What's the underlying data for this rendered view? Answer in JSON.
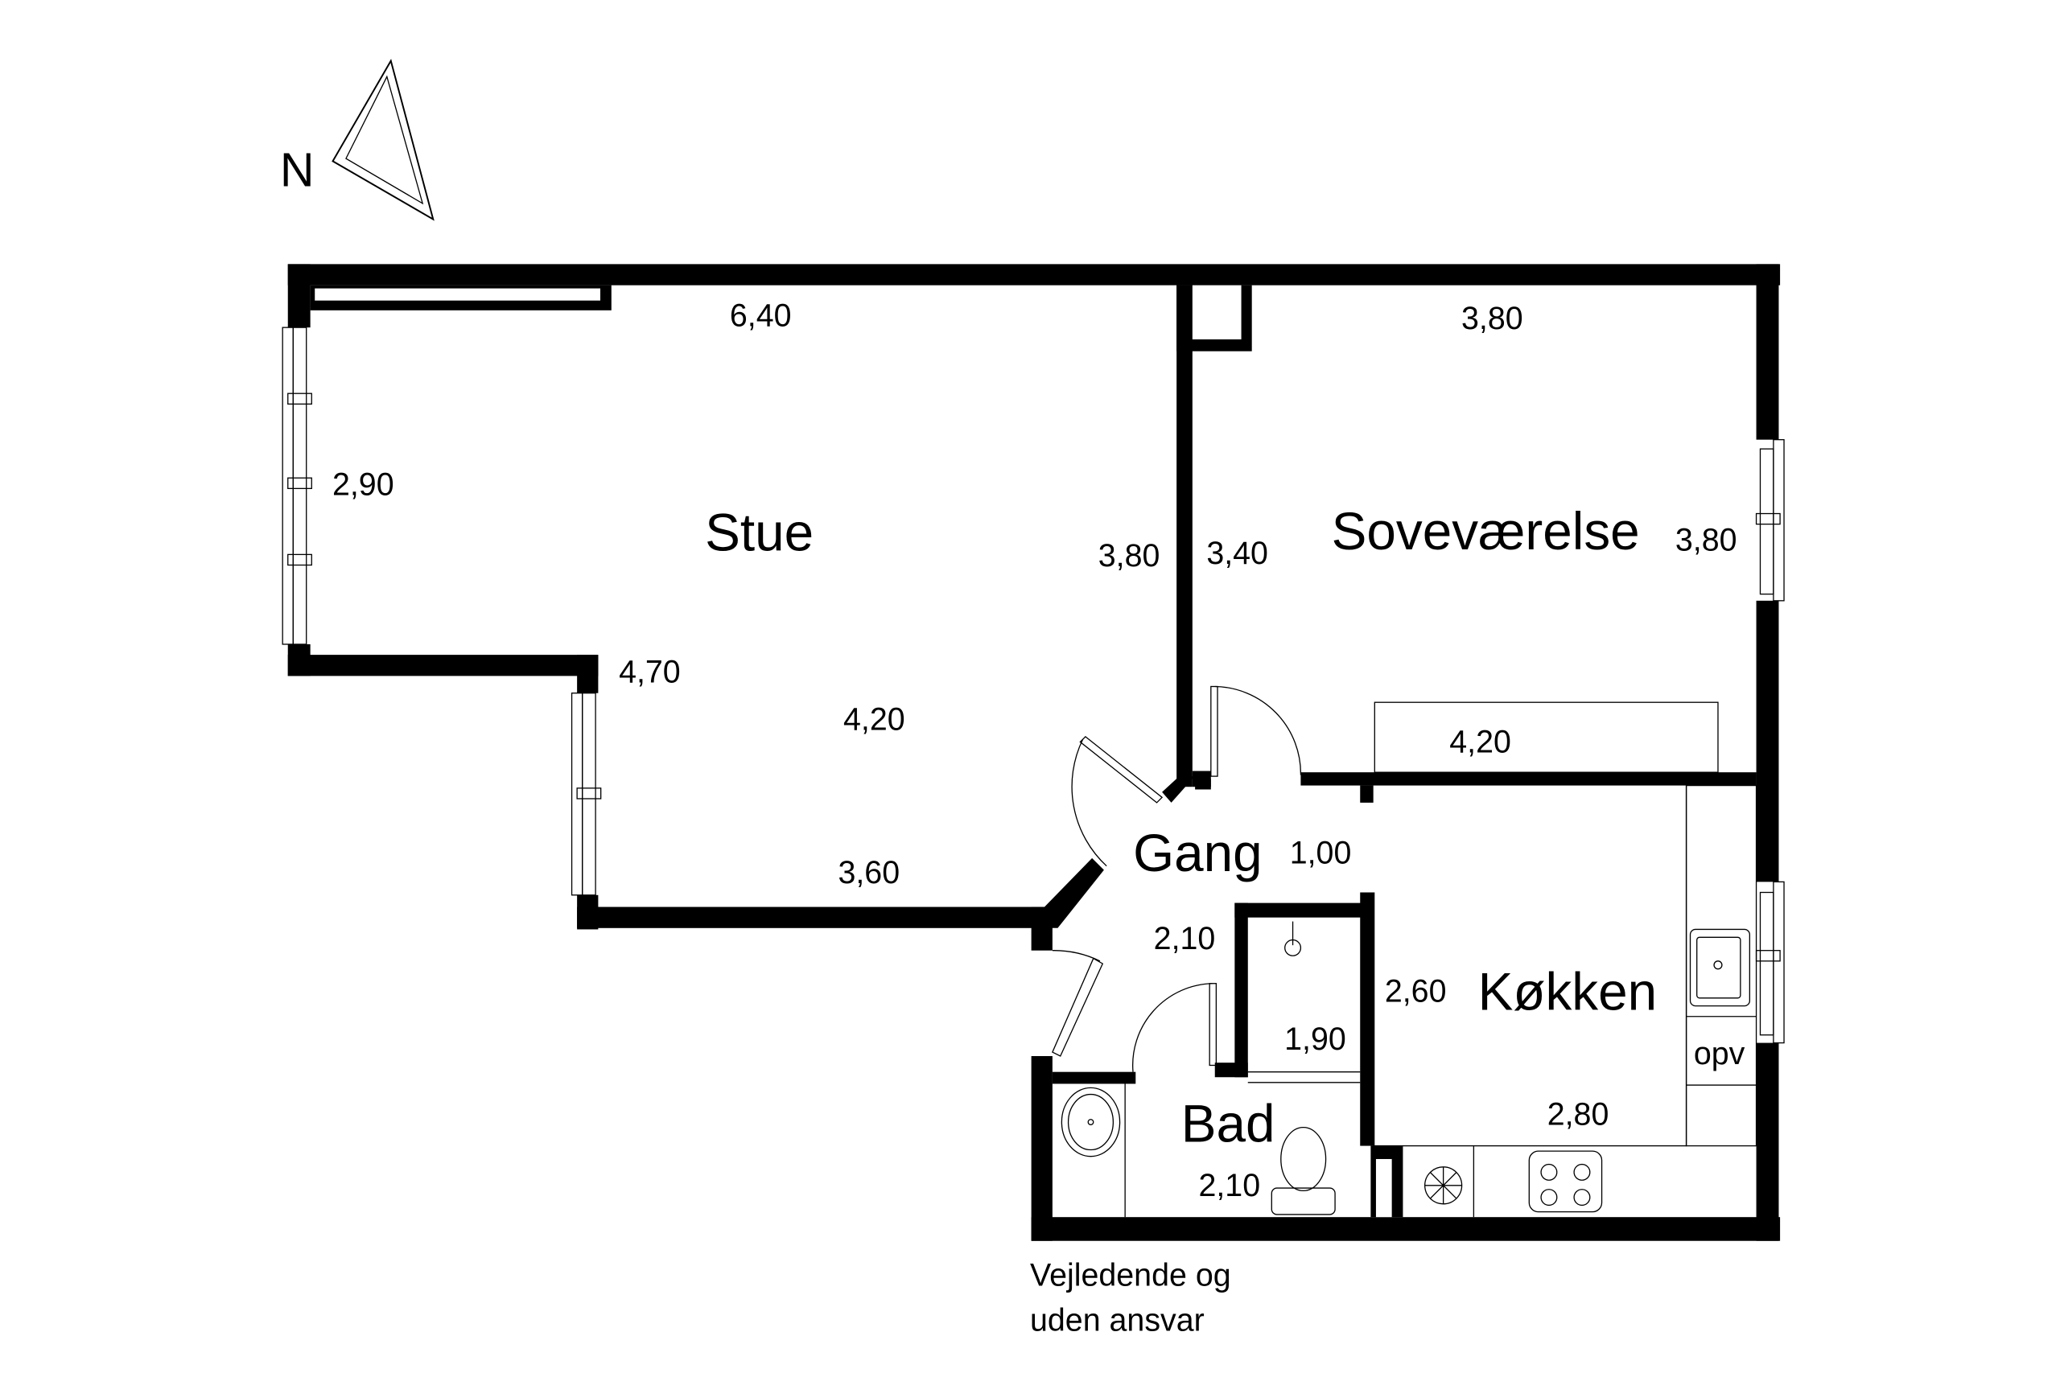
{
  "compass": {
    "label": "N"
  },
  "rooms": {
    "stue": "Stue",
    "sovevaerelse": "Soveværelse",
    "gang": "Gang",
    "kokken": "Køkken",
    "bad": "Bad",
    "opv": "opv"
  },
  "dimensions": {
    "stue_top": "6,40",
    "stue_left": "2,90",
    "stue_right": "3,80",
    "stue_step": "4,70",
    "stue_mid": "4,20",
    "stue_bottom": "3,60",
    "sove_top": "3,80",
    "sove_left": "3,40",
    "sove_right": "3,80",
    "sove_bottom": "4,20",
    "gang_width": "1,00",
    "gang_length": "2,10",
    "kokken_left": "2,60",
    "kokken_bottom": "2,80",
    "bad_shower": "1,90",
    "bad_width": "2,10"
  },
  "disclaimer": {
    "line1": "Vejledende og",
    "line2": "uden ansvar"
  }
}
